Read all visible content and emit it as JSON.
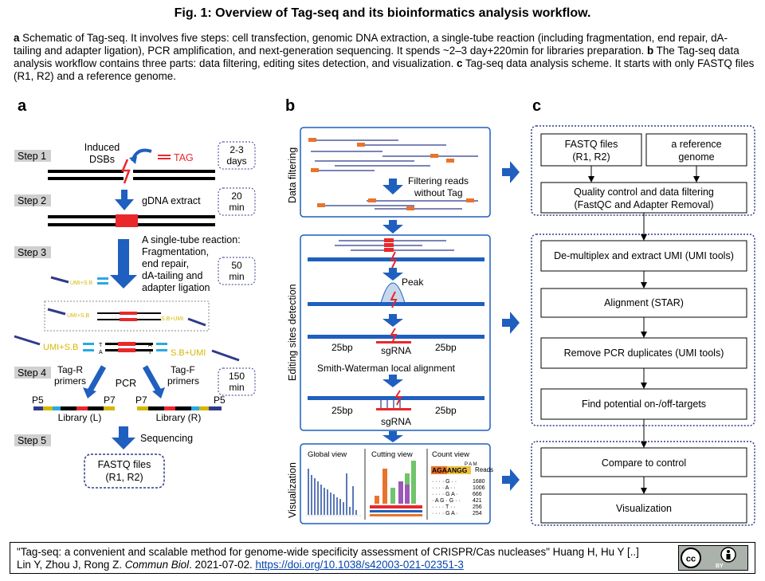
{
  "figure": {
    "title": "Fig. 1: Overview of Tag-seq and its bioinformatics analysis workflow.",
    "caption": {
      "a_letter": "a",
      "a_text": " Schematic of Tag-seq. It involves five steps: cell transfection, genomic DNA extraction, a single-tube reaction (including fragmentation, end repair, dA-tailing and adapter ligation), PCR amplification, and next-generation sequencing. It spends ~2–3 day+220min for libraries preparation. ",
      "b_letter": "b",
      "b_text": " The Tag-seq data analysis workflow contains three parts: data filtering, editing sites detection, and visualization. ",
      "c_letter": "c",
      "c_text": " Tag-seq data analysis scheme. It starts with only FASTQ files (R1, R2) and a reference genome."
    }
  },
  "panel_a": {
    "label": "a",
    "steps": [
      "Step 1",
      "Step 2",
      "Step 3",
      "Step 4",
      "Step 5"
    ],
    "step1": {
      "induced": "Induced",
      "dsbs": "DSBs",
      "tag": "TAG",
      "time_line1": "2-3",
      "time_line2": "days"
    },
    "step2": {
      "text": "gDNA extract",
      "time_line1": "20",
      "time_line2": "min"
    },
    "step3": {
      "lines": [
        "A single-tube reaction:",
        "Fragmentation,",
        "end repair,",
        "dA-tailing and",
        "adapter ligation"
      ],
      "time_line1": "50",
      "time_line2": "min",
      "umi_sb": "UMI+S.B",
      "sb_umi": "S.B+UMI",
      "t": "T",
      "a": "A"
    },
    "step4": {
      "tag_r": "Tag-R",
      "tag_f": "Tag-F",
      "primers": "primers",
      "pcr": "PCR",
      "time_line1": "150",
      "time_line2": "min",
      "p5": "P5",
      "p7": "P7",
      "lib_l": "Library (L)",
      "lib_r": "Library (R)"
    },
    "step5": {
      "text": "Sequencing",
      "fastq_line1": "FASTQ files",
      "fastq_line2": "(R1, R2)"
    }
  },
  "panel_b": {
    "label": "b",
    "sections": [
      "Data filtering",
      "Editing sites detection",
      "Visualization"
    ],
    "filter_line1": "Filtering reads",
    "filter_line2": "without Tag",
    "peak": "Peak",
    "bp25": "25bp",
    "sgrna": "sgRNA",
    "sw": "Smith-Waterman local alignment",
    "viz": {
      "global": "Global view",
      "cutting": "Cutting view",
      "count": "Count view",
      "reads": "Reads",
      "pam": "P A M",
      "seq": "AGAANGG",
      "count_rows": [
        {
          "seq": "· · · · G · ·",
          "n": "1680"
        },
        {
          "seq": "· · · · A · ·",
          "n": "1006"
        },
        {
          "seq": "· · · · G A ·",
          "n": "666"
        },
        {
          "seq": "· A G · G · ·",
          "n": "421"
        },
        {
          "seq": "· · · · T · ·",
          "n": "256"
        },
        {
          "seq": "· · · · G A ·",
          "n": "254"
        }
      ]
    }
  },
  "panel_c": {
    "label": "c",
    "fastq_line1": "FASTQ files",
    "fastq_line2": "(R1, R2)",
    "ref_line1": "a reference",
    "ref_line2": "genome",
    "qc_line1": "Quality control and data filtering",
    "qc_line2": "(FastQC and Adapter Removal)",
    "demux": "De-multiplex and extract UMI (UMI tools)",
    "align": "Alignment (STAR)",
    "dedup": "Remove PCR duplicates (UMI tools)",
    "find": "Find potential on-/off-targets",
    "compare": "Compare to control",
    "visual": "Visualization"
  },
  "citation": {
    "text_part1": "\"Tag-seq: a convenient and scalable method for genome-wide specificity assessment of CRISPR/Cas nucleases\" Huang H, Hu Y [..] Lin Y, Zhou J, Rong Z. ",
    "journal": "Commun Biol",
    "text_part2": ". 2021-07-02. ",
    "doi": "https://doi.org/10.1038/s42003-021-02351-3",
    "license_by": "BY"
  },
  "colors": {
    "blue": "#1f5fbf",
    "red": "#e8282b",
    "orange": "#e8742b",
    "dark_blue": "#2f3a8a",
    "umi_yellow": "#d4b800",
    "sb_cyan": "#2aa9e0"
  }
}
